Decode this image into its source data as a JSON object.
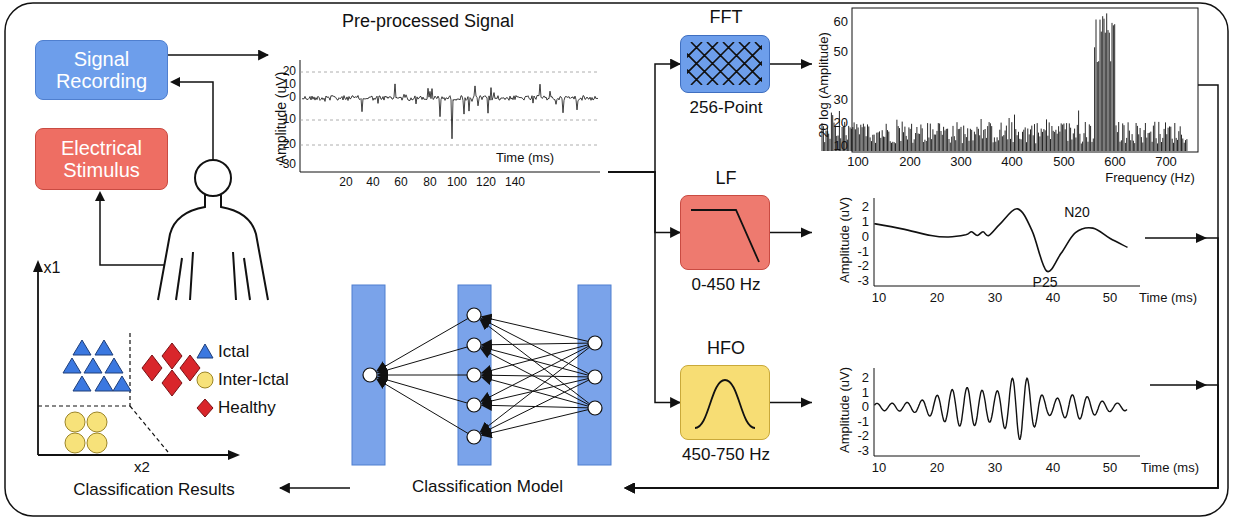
{
  "diagram": {
    "nodes": [
      {
        "text": [
          "Signal Recording"
        ]
      },
      {
        "text": [
          "Electrical Stimulus"
        ]
      },
      {
        "text": [
          "Pre-processed Signal"
        ]
      },
      {
        "text": [
          "FFT",
          "256-Point"
        ]
      },
      {
        "text": [
          "LF",
          "0-450 Hz"
        ]
      },
      {
        "text": [
          "HFO",
          "450-750 Hz"
        ]
      },
      {
        "text": [
          "Classification Model"
        ]
      },
      {
        "text": [
          "Classification Results"
        ]
      }
    ],
    "edges": [
      {
        "from": 0,
        "to": 2,
        "arrow": "to"
      },
      {
        "from": 2,
        "to": 3,
        "arrow": "to"
      },
      {
        "from": 2,
        "to": 4,
        "arrow": "to"
      },
      {
        "from": 2,
        "to": 5,
        "arrow": "to"
      },
      {
        "from": 3,
        "to": 6,
        "arrow": "to"
      },
      {
        "from": 4,
        "to": 6,
        "arrow": "to"
      },
      {
        "from": 5,
        "to": 6,
        "arrow": "to"
      },
      {
        "from": 6,
        "to": 7,
        "arrow": "to"
      }
    ],
    "labels": [
      "Amplitude (uV)",
      "20",
      "10",
      "0",
      "-10",
      "-20",
      "-30",
      "Time (ms)",
      "20",
      "40",
      "60",
      "80",
      "100",
      "120",
      "140",
      "20 log (Amplitude)",
      "60",
      "50",
      "30",
      "20",
      "10",
      "100",
      "200",
      "300",
      "400",
      "500",
      "600",
      "700",
      "Frequency (Hz)",
      "Amplitude (uV)",
      "2",
      "1",
      "0",
      "-1",
      "-2",
      "-3",
      "N20",
      "P25",
      "10",
      "20",
      "30",
      "40",
      "50",
      "Time (ms)",
      "Amplitude (uV)",
      "2",
      "1",
      "0",
      "-1",
      "-2",
      "-3",
      "10",
      "20",
      "30",
      "40",
      "50",
      "Time (ms)",
      "x1",
      "x2"
    ],
    "legend": [
      {
        "text": "Ictal"
      },
      {
        "text": "Inter-Ictal"
      },
      {
        "text": "Healthy"
      }
    ]
  }
}
